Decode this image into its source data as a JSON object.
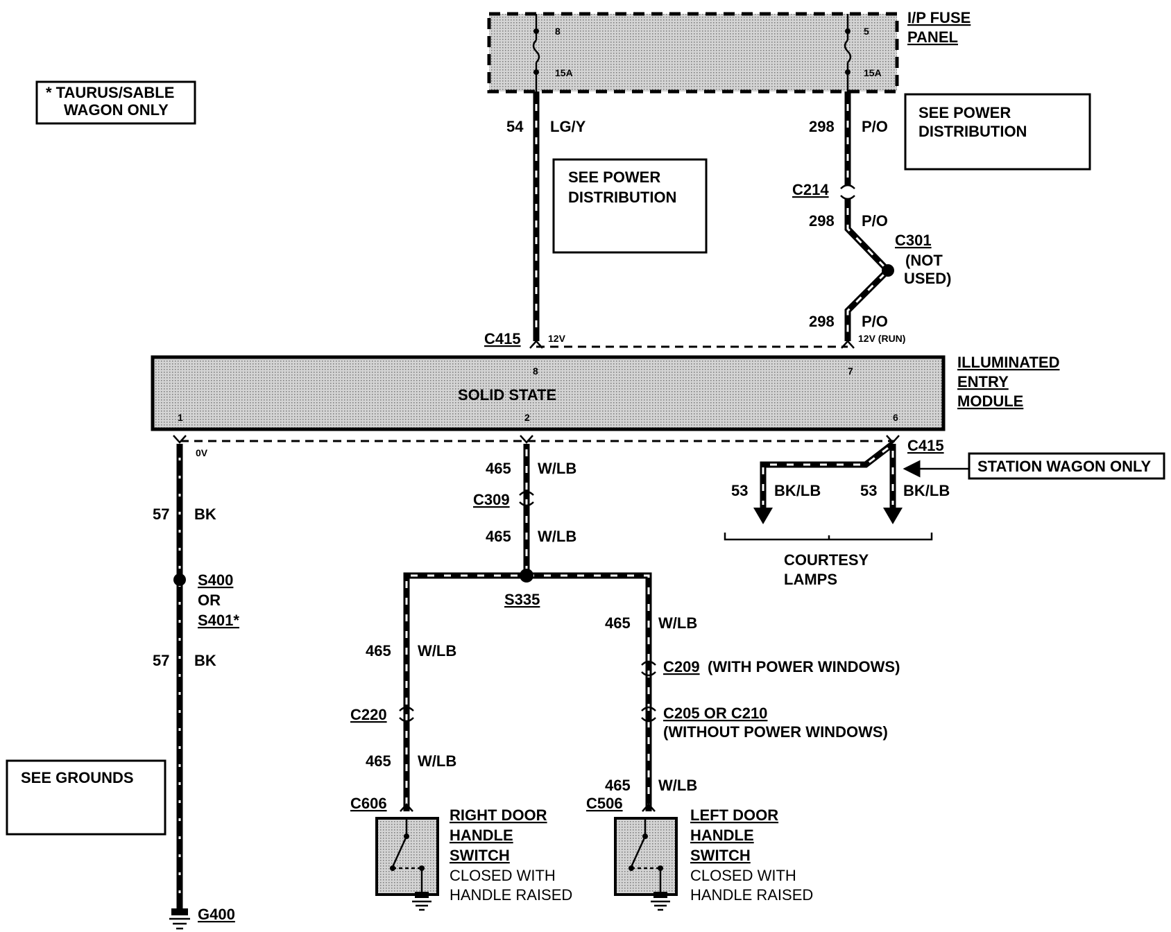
{
  "notes": {
    "wagon_only_note": [
      "*  TAURUS/SABLE",
      "WAGON ONLY"
    ],
    "station_wagon_only": "STATION WAGON ONLY",
    "see_power_distribution": [
      "SEE POWER",
      "DISTRIBUTION"
    ],
    "see_grounds": "SEE GROUNDS"
  },
  "fuse_panel": {
    "title": [
      "I/P FUSE",
      "PANEL"
    ],
    "left_fuse": {
      "number": "8",
      "rating": "15A"
    },
    "right_fuse": {
      "number": "5",
      "rating": "15A"
    }
  },
  "module": {
    "title": [
      "ILLUMINATED",
      "ENTRY",
      "MODULE"
    ],
    "center_text": "SOLID STATE",
    "pins": {
      "pin8": "8",
      "pin7": "7",
      "pin1": "1",
      "pin2": "2",
      "pin6": "6"
    }
  },
  "circuits": {
    "c54": {
      "number": "54",
      "color": "LG/Y"
    },
    "c298": {
      "number": "298",
      "color": "P/O"
    },
    "c57": {
      "number": "57",
      "color": "BK"
    },
    "c465": {
      "number": "465",
      "color": "W/LB"
    },
    "c53": {
      "number": "53",
      "color": "BK/LB"
    }
  },
  "connectors": {
    "c214": "C214",
    "c301": "C301",
    "c301_note": [
      "(NOT",
      "USED)"
    ],
    "c415": "C415",
    "c309": "C309",
    "c220": "C220",
    "c209": "C209",
    "c209_note": "(WITH POWER WINDOWS)",
    "c205": "C205 OR C210",
    "c205_note": "(WITHOUT POWER WINDOWS)",
    "c606": "C606",
    "c506": "C506"
  },
  "splices": {
    "s400": "S400",
    "or": "OR",
    "s401": "S401*",
    "s335": "S335"
  },
  "voltages": {
    "v12": "12V",
    "v12run": "12V (RUN)",
    "v0": "0V"
  },
  "grounds": {
    "g400": "G400"
  },
  "lamps": [
    "COURTESY",
    "LAMPS"
  ],
  "switches": {
    "right": {
      "title": [
        "RIGHT DOOR",
        "HANDLE",
        "SWITCH"
      ],
      "state": [
        "CLOSED WITH",
        "HANDLE RAISED"
      ]
    },
    "left": {
      "title": [
        "LEFT DOOR",
        "HANDLE",
        "SWITCH"
      ],
      "state": [
        "CLOSED WITH",
        "HANDLE RAISED"
      ]
    }
  }
}
